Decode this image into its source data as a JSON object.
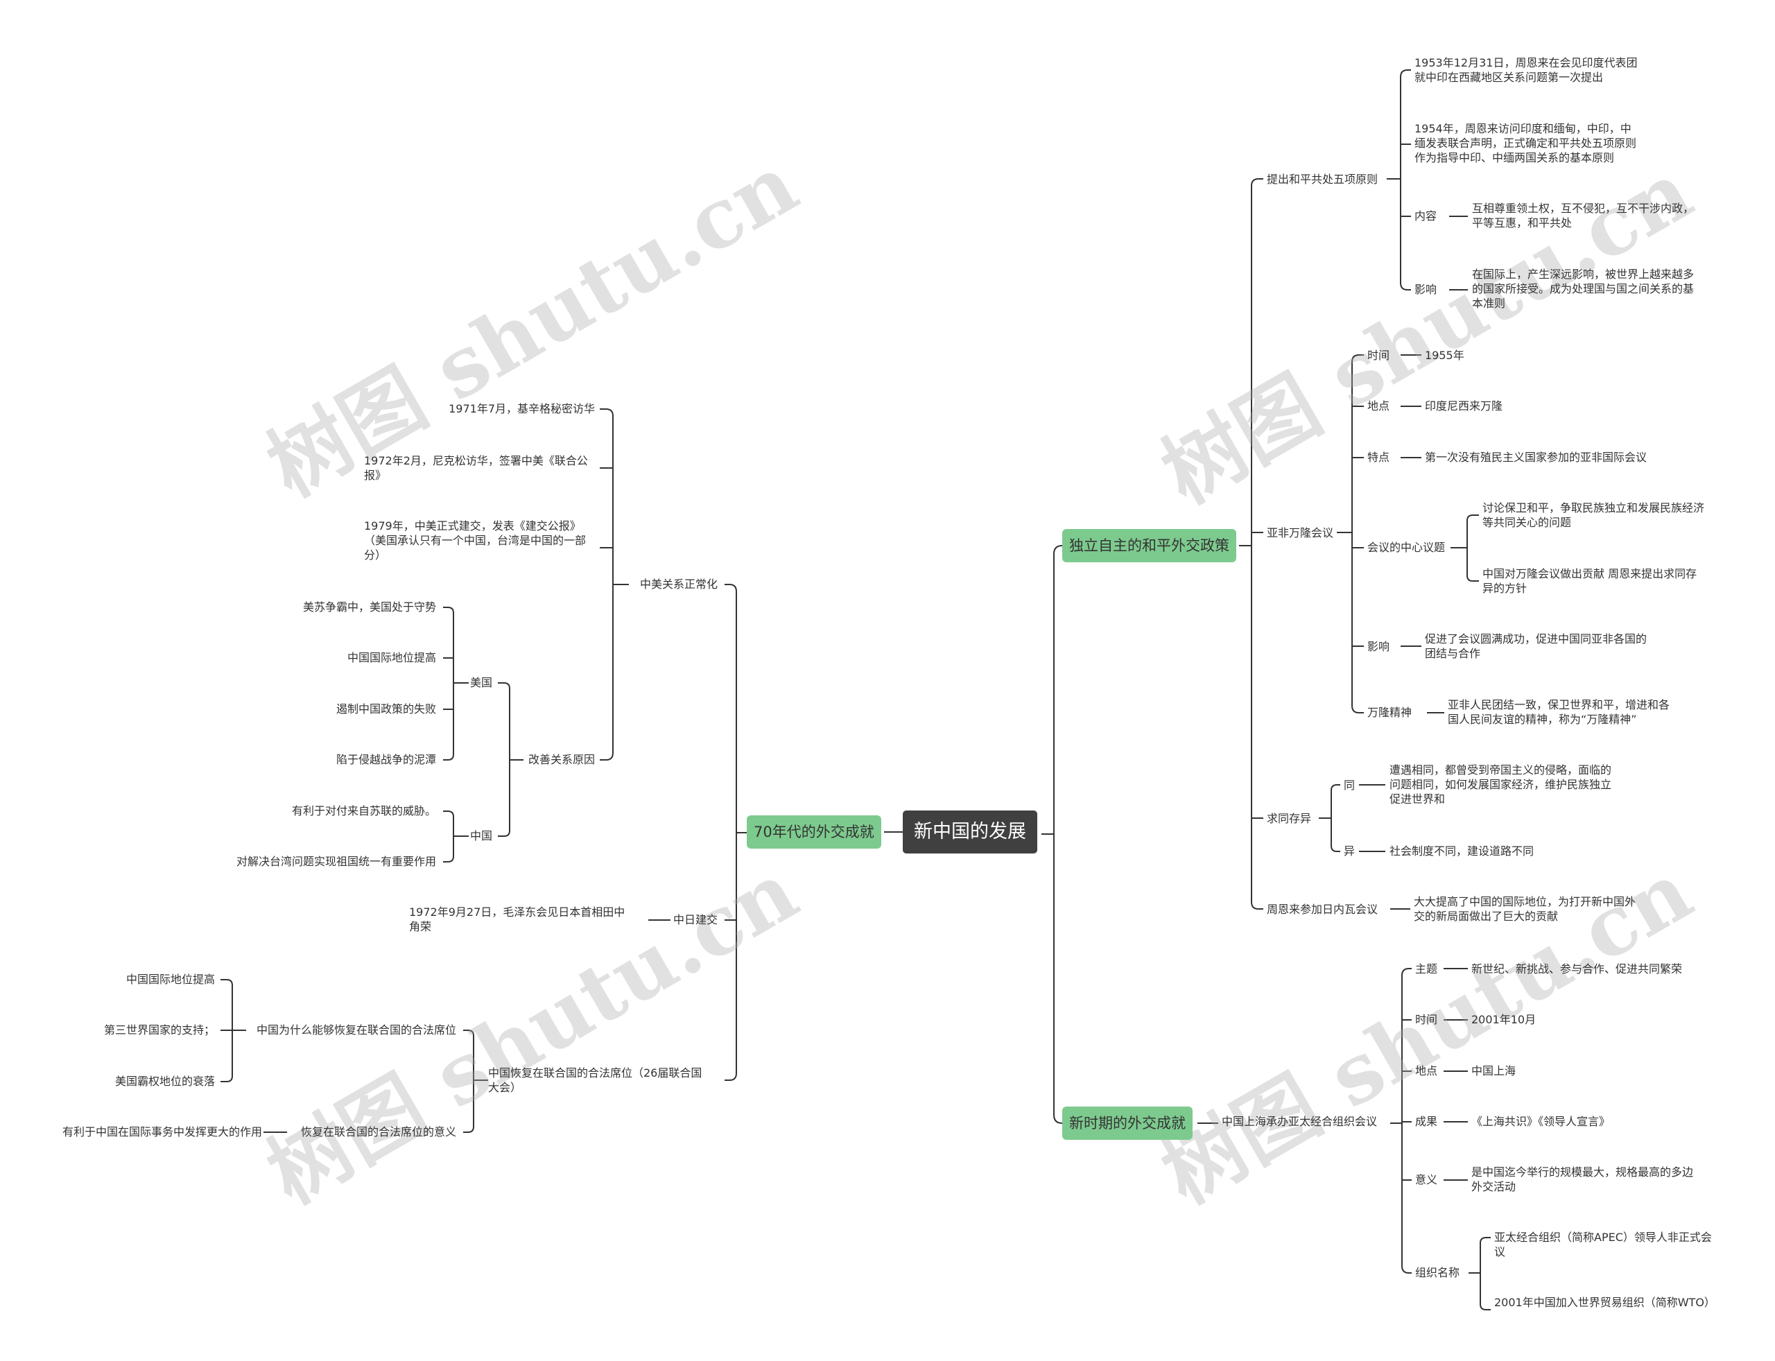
{
  "watermark": "树图 shutu.cn",
  "root": "新中国的发展",
  "branches": {
    "independent": "独立自主的和平外交政策",
    "newera": "新时期的外交成就",
    "seventies": "70年代的外交成就"
  },
  "five_principles": {
    "label": "提出和平共处五项原则",
    "p1953": "1953年12月31日，周恩来在会见印度代表团\n就中印在西藏地区关系问题第一次提出",
    "p1954": "1954年，周恩来访问印度和缅甸，中印，中\n缅发表联合声明，正式确定和平共处五项原则\n作为指导中印、中缅两国关系的基本原则",
    "content_label": "内容",
    "content": "互相尊重领土权，互不侵犯，互不干涉内政，\n平等互惠，和平共处",
    "influence_label": "影响",
    "influence": "在国际上，产生深远影响，被世界上越来越多\n的国家所接受。成为处理国与国之间关系的基\n本准则"
  },
  "bandung": {
    "label": "亚非万隆会议",
    "time_label": "时间",
    "time": "1955年",
    "place_label": "地点",
    "place": "印度尼西来万隆",
    "feature_label": "特点",
    "feature": "第一次没有殖民主义国家参加的亚非国际会议",
    "topic_label": "会议的中心议题",
    "topic1": "讨论保卫和平，争取民族独立和发展民族经济\n等共同关心的问题",
    "topic2": "中国对万隆会议做出贡献 周恩来提出求同存\n异的方针",
    "influence_label": "影响",
    "influence": "促进了会议圆满成功，促进中国同亚非各国的\n团结与合作",
    "spirit_label": "万隆精神",
    "spirit": "亚非人民团结一致，保卫世界和平，增进和各\n国人民间友谊的精神，称为“万隆精神”"
  },
  "seek_common": {
    "label": "求同存异",
    "same_label": "同",
    "same": "遭遇相同，都曾受到帝国主义的侵略，面临的\n问题相同，如何发展国家经济，维护民族独立\n促进世界和",
    "diff_label": "异",
    "diff": "社会制度不同，建设道路不同"
  },
  "geneva": {
    "label": "周恩来参加日内瓦会议",
    "text": "大大提高了中国的国际地位，为打开新中国外\n交的新局面做出了巨大的贡献"
  },
  "apec": {
    "label": "中国上海承办亚太经合组织会议",
    "theme_label": "主题",
    "theme": "新世纪、新挑战、参与合作、促进共同繁荣",
    "time_label": "时间",
    "time": "2001年10月",
    "place_label": "地点",
    "place": "中国上海",
    "result_label": "成果",
    "result": "《上海共识》《领导人宣言》",
    "meaning_label": "意义",
    "meaning": "是中国迄今举行的规模最大，规格最高的多边\n外交活动",
    "org_label": "组织名称",
    "org1": "亚太经合组织（简称APEC）领导人非正式会\n议",
    "org2": "2001年中国加入世界贸易组织（简称WTO）"
  },
  "sino_us": {
    "label": "中美关系正常化",
    "e1971": "1971年7月，基辛格秘密访华",
    "e1972": "1972年2月，尼克松访华，签署中美《联合公\n报》",
    "e1979": "1979年，中美正式建交，发表《建交公报》\n（美国承认只有一个中国，台湾是中国的一部\n分）",
    "reasons_label": "改善关系原因",
    "usa_label": "美国",
    "usa1": "美苏争霸中，美国处于守势",
    "usa2": "中国国际地位提高",
    "usa3": "遏制中国政策的失败",
    "usa4": "陷于侵越战争的泥潭",
    "china_label": "中国",
    "china1": "有利于对付来自苏联的威胁。",
    "china2": "对解决台湾问题实现祖国统一有重要作用"
  },
  "sino_japan": {
    "label": "中日建交",
    "text": "1972年9月27日，毛泽东会见日本首相田中\n角荣"
  },
  "un": {
    "label": "中国恢复在联合国的合法席位（26届联合国\n大会）",
    "why_label": "中国为什么能够恢复在联合国的合法席位",
    "why1": "中国国际地位提高",
    "why2": "第三世界国家的支持；",
    "why3": "美国霸权地位的衰落",
    "meaning_label": "恢复在联合国的合法席位的意义",
    "meaning": "有利于中国在国际事务中发挥更大的作用"
  }
}
